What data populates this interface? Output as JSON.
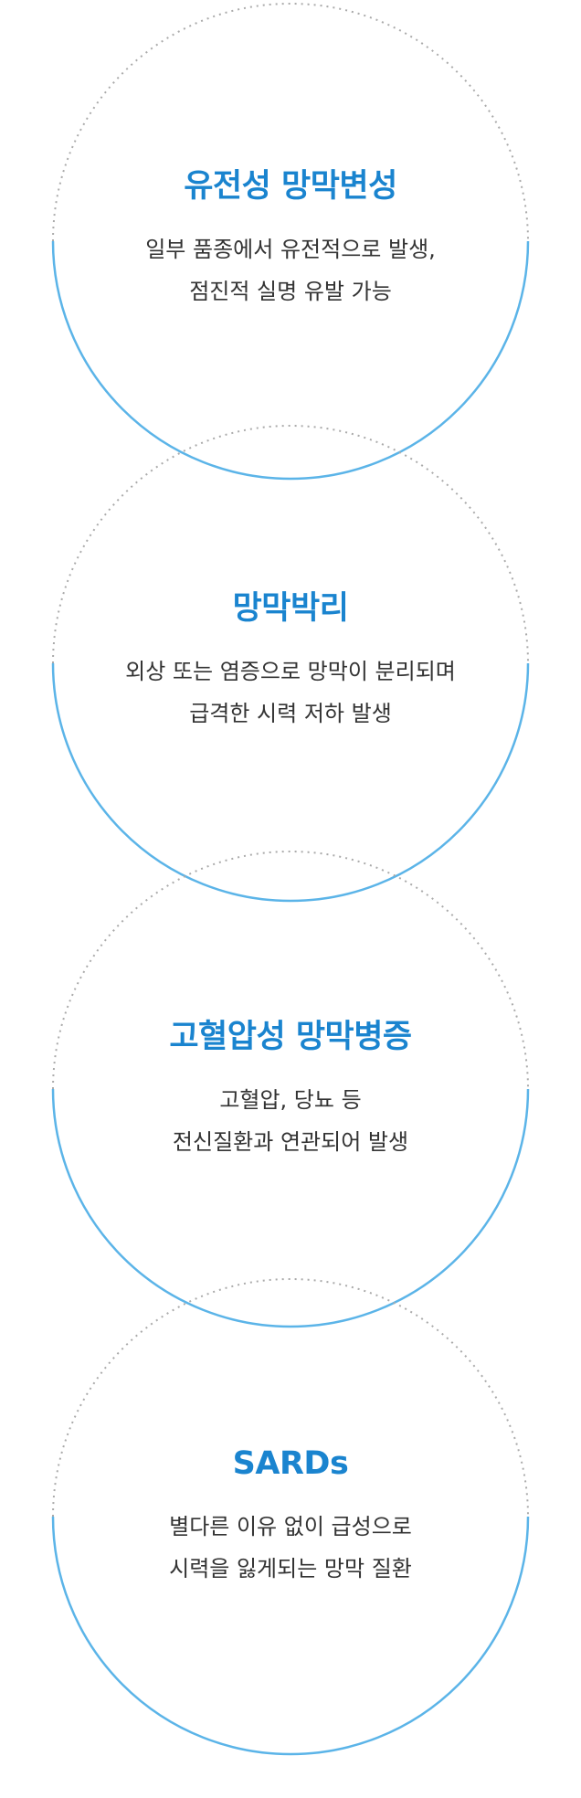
{
  "colors": {
    "title": "#1a84cf",
    "text": "#333333",
    "circle_solid": "#5bb4e8",
    "circle_dotted": "#aaaaaa"
  },
  "cards": [
    {
      "title": "유전성 망막변성",
      "desc_line1": "일부 품종에서 유전적으로 발생,",
      "desc_line2": "점진적 실명 유발 가능"
    },
    {
      "title": "망막박리",
      "desc_line1": "외상 또는 염증으로 망막이 분리되며",
      "desc_line2": "급격한 시력 저하 발생"
    },
    {
      "title": "고혈압성 망막병증",
      "desc_line1": "고혈압, 당뇨 등",
      "desc_line2": "전신질환과 연관되어 발생"
    },
    {
      "title": "SARDs",
      "desc_line1": "별다른 이유 없이 급성으로",
      "desc_line2": "시력을 잃게되는 망막 질환"
    }
  ]
}
